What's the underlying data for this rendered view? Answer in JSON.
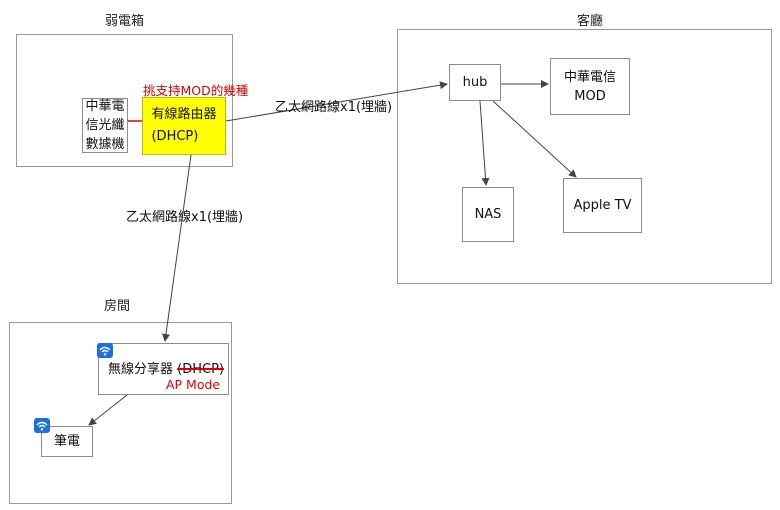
{
  "zones": {
    "weak_box": "弱電箱",
    "living_room": "客廳",
    "room": "房間"
  },
  "nodes": {
    "fiber_modem": [
      "中華電",
      "信光纖",
      "數據機"
    ],
    "wired_router": [
      "有線路由器",
      "(DHCP)"
    ],
    "hub": "hub",
    "mod": [
      "中華電信",
      "MOD"
    ],
    "nas": "NAS",
    "apple_tv": "Apple TV",
    "wireless_ap": {
      "label": "無線分享器",
      "struck": "(DHCP)",
      "note": "AP Mode"
    },
    "laptop": "筆電"
  },
  "notes": {
    "router_requirement": "挑支持MOD的幾種"
  },
  "edges": {
    "router_to_hub": "乙太網路線x1(埋牆)",
    "router_to_ap": "乙太網路線x1(埋牆)"
  },
  "colors": {
    "router_fill": "#ffff00",
    "annotation_red": "#e00000",
    "wifi_badge": "#1b6fe3",
    "line": "#444444"
  },
  "icons": {
    "wifi_ap": "wifi-icon",
    "wifi_laptop": "wifi-icon"
  }
}
